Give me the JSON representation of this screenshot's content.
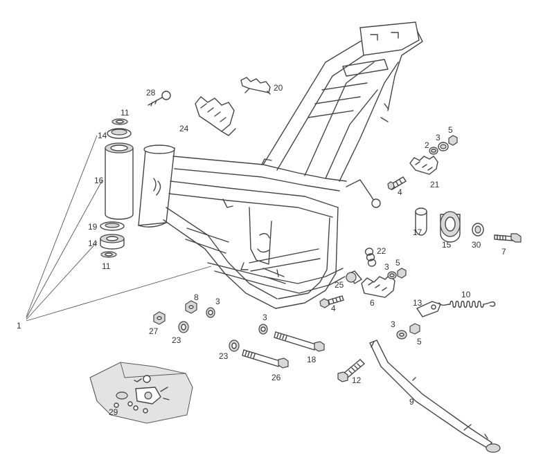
{
  "labels": {
    "l1": "1",
    "l2": "2",
    "l3a": "3",
    "l3b": "3",
    "l3c": "3",
    "l3d": "3",
    "l3e": "3",
    "l4a": "4",
    "l4b": "4",
    "l5a": "5",
    "l5b": "5",
    "l5c": "5",
    "l6": "6",
    "l7": "7",
    "l8": "8",
    "l9": "9",
    "l10": "10",
    "l11a": "11",
    "l11b": "11",
    "l12": "12",
    "l13": "13",
    "l14a": "14",
    "l14b": "14",
    "l15": "15",
    "l16": "16",
    "l17": "17",
    "l18": "18",
    "l19": "19",
    "l20": "20",
    "l21": "21",
    "l22": "22",
    "l23a": "23",
    "l23b": "23",
    "l24": "24",
    "l25": "25",
    "l26": "26",
    "l27": "27",
    "l28": "28",
    "l29": "29",
    "l30": "30"
  },
  "colors": {
    "ink": "#444444",
    "background": "#ffffff"
  }
}
